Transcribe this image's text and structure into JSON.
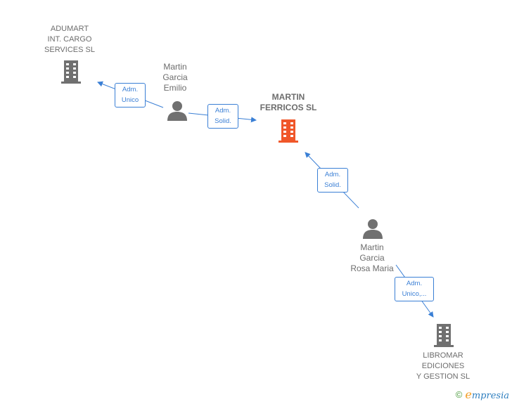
{
  "diagram": {
    "nodes": {
      "adumart": {
        "type": "company",
        "label": "ADUMART\nINT.  CARGO\nSERVICES  SL"
      },
      "martin_ferricos": {
        "type": "company",
        "highlight": true,
        "label": "MARTIN\nFERRICOS  SL"
      },
      "libromar": {
        "type": "company",
        "label": "LIBROMAR\nEDICIONES\nY GESTION SL"
      },
      "garcia_emilio": {
        "type": "person",
        "label": "Martin\nGarcia\nEmilio"
      },
      "garcia_rosa": {
        "type": "person",
        "label": "Martin\nGarcia\nRosa Maria"
      }
    },
    "edges": [
      {
        "from": "garcia_emilio",
        "to": "adumart",
        "label": "Adm.\nUnico"
      },
      {
        "from": "garcia_emilio",
        "to": "martin_ferricos",
        "label": "Adm.\nSolid."
      },
      {
        "from": "garcia_rosa",
        "to": "martin_ferricos",
        "label": "Adm.\nSolid."
      },
      {
        "from": "garcia_rosa",
        "to": "libromar",
        "label": "Adm.\nUnico,..."
      }
    ]
  },
  "colors": {
    "edge": "#3a7fd5",
    "icon_default": "#707070",
    "icon_highlight": "#f0572a"
  },
  "footer": {
    "copyright": "©",
    "brand_first": "e",
    "brand_rest": "mpresia"
  }
}
